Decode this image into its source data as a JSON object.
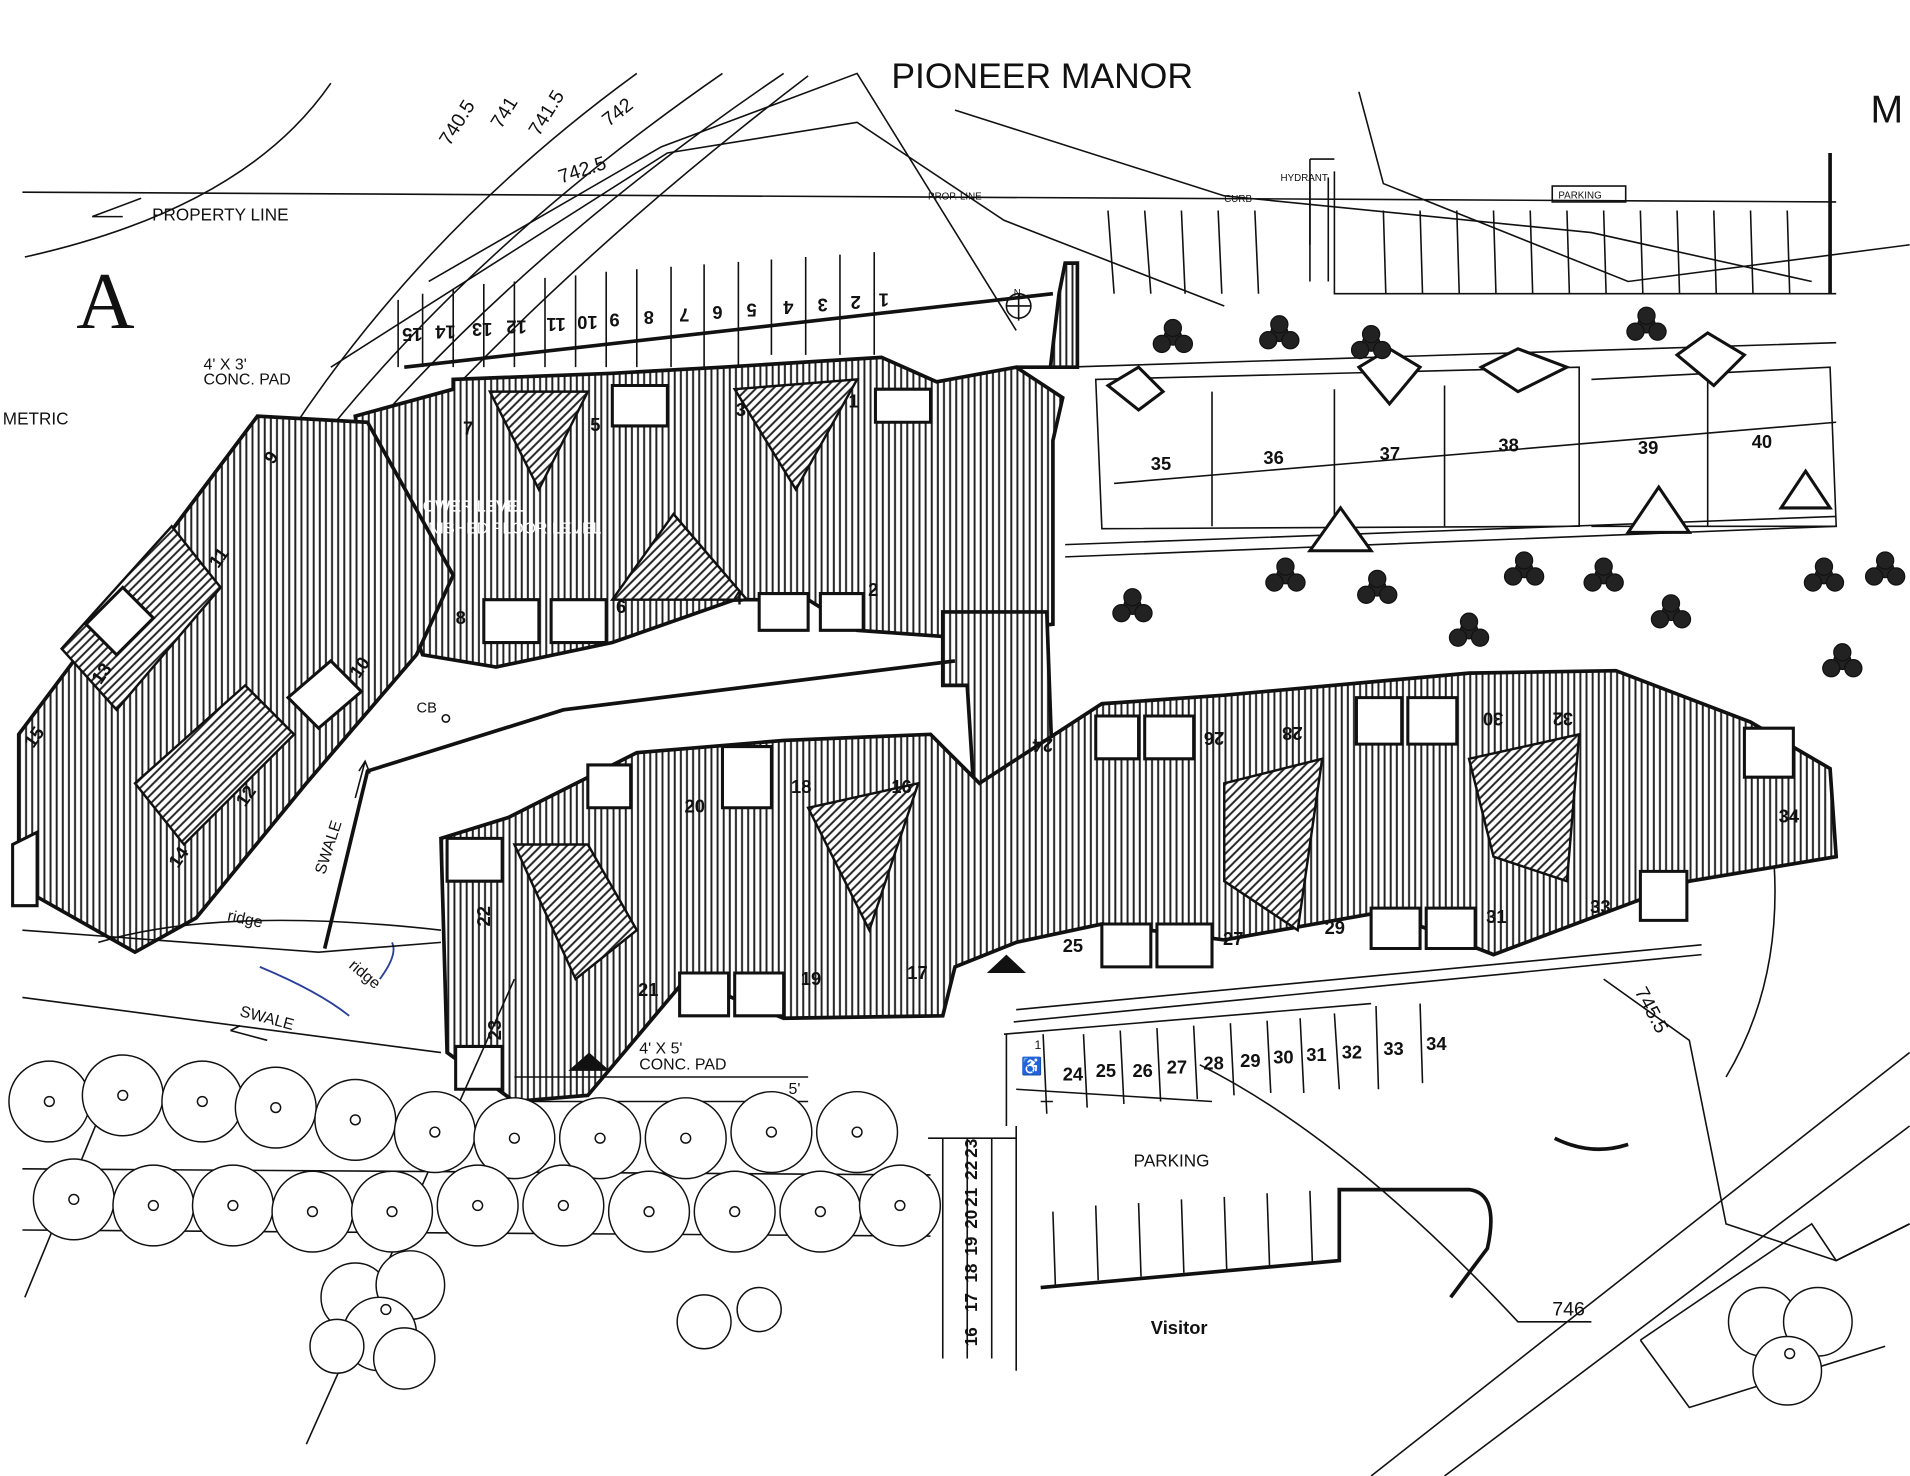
{
  "title": "PIONEER MANOR",
  "title_fragment": "M",
  "building_letter": "A",
  "side_label": "METRIC",
  "labels": {
    "property_line": "PROPERTY LINE",
    "prop_line": "PROP. LINE",
    "curb": "CURB",
    "hydrant": "HYDRANT",
    "parking_top": "PARKING",
    "pad_top_1": "4' X 3'",
    "pad_top_2": "CONC. PAD",
    "lower_level_1": "LOWER LEVEL",
    "lower_level_2": "FINISHED FLOOR LEVEL",
    "cb": "CB",
    "swale_1": "SWALE",
    "swale_2": "SWALE",
    "ridge_1": "ridge",
    "ridge_2": "ridge",
    "pad_bottom_1": "4' X 5'",
    "pad_bottom_2": "CONC. PAD",
    "five_ft": "5'",
    "parking_bottom": "PARKING",
    "visitor": "Visitor",
    "north": "N"
  },
  "contours": [
    "740.5",
    "741",
    "741.5",
    "742",
    "742.5",
    "745.5",
    "746"
  ],
  "units": [
    "1",
    "2",
    "3",
    "4",
    "5",
    "6",
    "7",
    "8",
    "9",
    "10",
    "11",
    "12",
    "13",
    "14",
    "15",
    "16",
    "17",
    "18",
    "19",
    "20",
    "21",
    "22",
    "23",
    "24",
    "25",
    "26",
    "27",
    "28",
    "29",
    "30",
    "31",
    "32",
    "33",
    "34",
    "35",
    "36",
    "37",
    "38",
    "39",
    "40"
  ],
  "parking_top": [
    "1",
    "2",
    "3",
    "4",
    "5",
    "6",
    "7",
    "8",
    "9",
    "10",
    "11",
    "12",
    "13",
    "14",
    "15"
  ],
  "parking_bottom": [
    "24",
    "25",
    "26",
    "27",
    "28",
    "29",
    "30",
    "31",
    "32",
    "33",
    "34"
  ],
  "parking_bottom_accessible": "1",
  "parking_left": [
    "16",
    "17",
    "18",
    "19",
    "20",
    "21",
    "22",
    "23"
  ]
}
